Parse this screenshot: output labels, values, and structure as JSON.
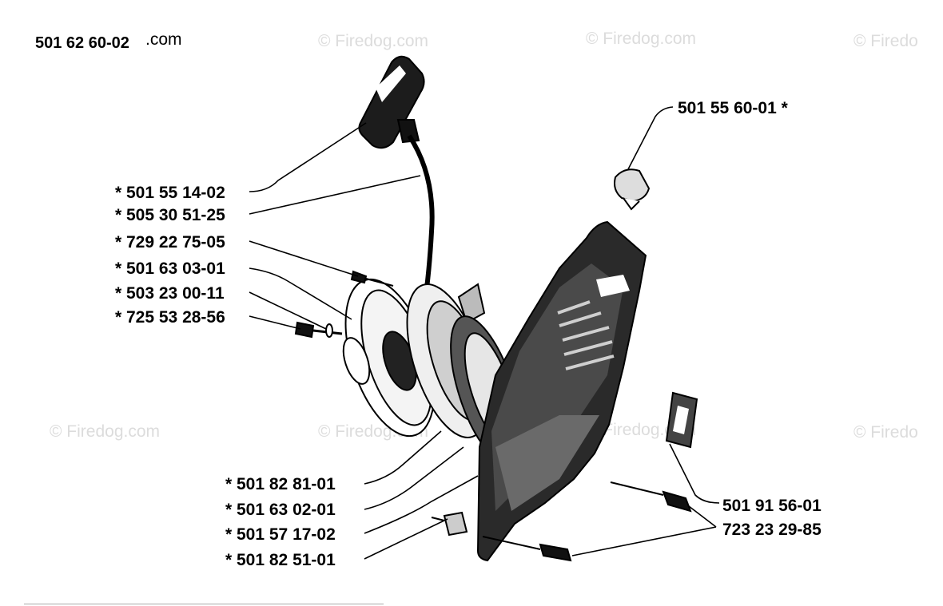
{
  "diagram_code": "501 62 60-02",
  "watermark": "© Firedog.com",
  "watermark_partial": "© Firedo",
  "watermark_small": ".com",
  "labels": {
    "l1": "* 501 55 14-02",
    "l2": "* 505 30 51-25",
    "l3": "* 729 22 75-05",
    "l4": "* 501 63 03-01",
    "l5": "* 503 23 00-11",
    "l6": "* 725 53 28-56",
    "l7": "501 55 60-01  *",
    "l8": "* 501 82 81-01",
    "l9": "* 501 63 02-01",
    "l10": "* 501 57 17-02",
    "l11": "* 501 82 51-01",
    "l12": "501 91 56-01",
    "l13": "723 23 29-85"
  }
}
